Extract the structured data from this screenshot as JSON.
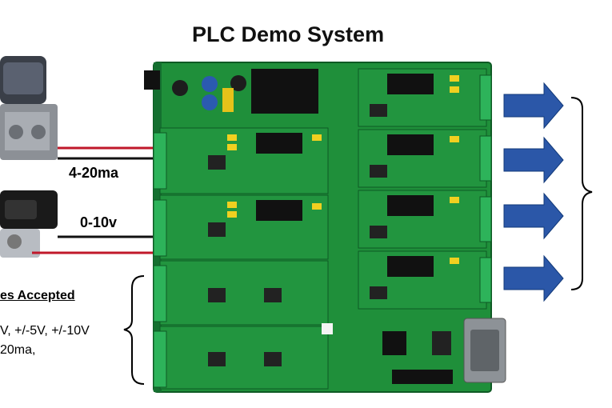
{
  "title": "PLC Demo System",
  "wires": {
    "current_label": "4-20ma",
    "voltage_label": "0-10v"
  },
  "notes": {
    "heading": "es Accepted",
    "line1": "V, +/-5V, +/-10V",
    "line2": "20ma,"
  },
  "colors": {
    "pcb": "#1f8f3a",
    "pcb_dark": "#157030",
    "arrow": "#2b57a8",
    "wire_red": "#c0182a",
    "wire_black": "#111111"
  }
}
